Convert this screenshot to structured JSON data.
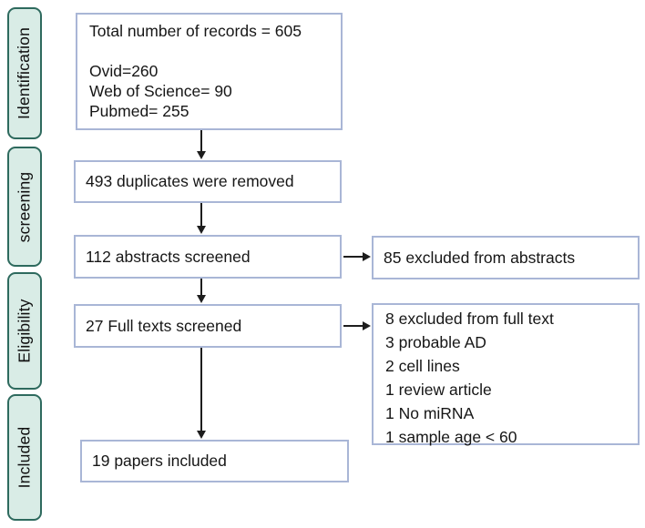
{
  "diagram_type": "prisma-flowchart",
  "stages": [
    {
      "label": "Identification"
    },
    {
      "label": "screening"
    },
    {
      "label": "Eligibility"
    },
    {
      "label": "Included"
    }
  ],
  "boxes": {
    "records": {
      "lines": [
        "Total number of records = 605",
        "",
        "Ovid=260",
        "Web of Science= 90",
        "Pubmed= 255"
      ]
    },
    "duplicates": {
      "text": "493 duplicates were removed"
    },
    "abstracts": {
      "text": "112 abstracts screened"
    },
    "abstracts_excluded": {
      "text": "85 excluded from abstracts"
    },
    "fulltexts": {
      "text": "27 Full texts screened"
    },
    "fulltext_excluded": {
      "lines": [
        "8 excluded from full text",
        "3 probable AD",
        "2 cell lines",
        "1 review article",
        "1 No miRNA",
        "1 sample age < 60"
      ]
    },
    "included": {
      "text": "19 papers included"
    }
  },
  "colors": {
    "background": "#ffffff",
    "stage_fill": "#d9ece6",
    "stage_border": "#2e6a5e",
    "flow_box_border": "#a9b6d6",
    "arrow": "#1d1d1d",
    "text": "#161616"
  }
}
